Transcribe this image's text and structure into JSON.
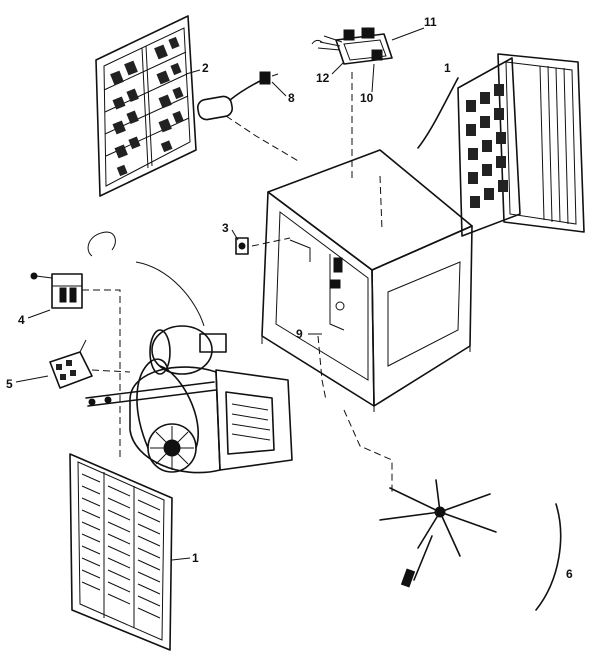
{
  "callouts": {
    "grille_front": "1",
    "grille_side": "1",
    "pad_frame": "2",
    "bracket": "3",
    "switch": "4",
    "relay": "5",
    "distributor": "6",
    "float_switch": "8",
    "drain_parts": "9",
    "pump_bracket": "10",
    "pump_wire": "11",
    "pump": "12"
  }
}
